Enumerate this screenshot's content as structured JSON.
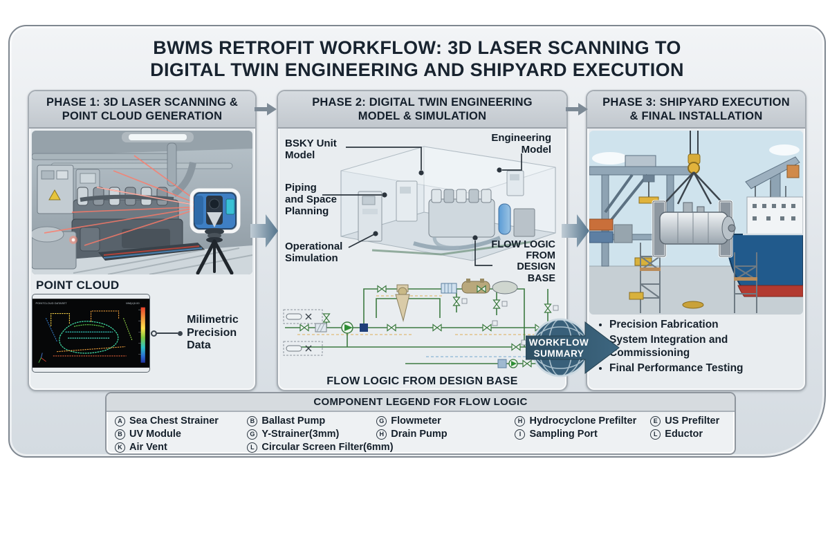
{
  "colors": {
    "background": "#ffffff",
    "panel_bg": "#e7ebef",
    "phase_header_bg": "#c8cdd3",
    "title_text": "#18232f",
    "badge_blue": "#35566b",
    "pipe_green": "#3c7a40",
    "laser_red": "#ff6a5e",
    "hull_blue": "#215a8c",
    "scanner_blue": "#3e7fc4"
  },
  "icons": {
    "phase_flow_arrow": "right-arrow",
    "workflow_badge": "globe-with-right-arrow",
    "legend_letters": "circled-letter"
  },
  "title": {
    "line1": "BWMS RETROFIT WORKFLOW: 3D LASER SCANNING TO",
    "line2": "DIGITAL TWIN ENGINEERING AND SHIPYARD EXECUTION"
  },
  "phase1": {
    "header_line1": "PHASE 1: 3D LASER SCANNING &",
    "header_line2": "POINT CLOUD GENERATION",
    "point_cloud_heading": "POINT CLOUD",
    "viewer_label_left": "POINTCLOUD DATASET",
    "viewer_label_right": "MM(±)0.00",
    "precision_label": "Milimetric\nPrecision Data"
  },
  "phase2": {
    "header_line1": "PHASE 2: DIGITAL TWIN ENGINEERING",
    "header_line2": "MODEL & SIMULATION",
    "labels": {
      "bsky_unit": "BSKY Unit\nModel",
      "piping": "Piping\nand Space\nPlanning",
      "operational": "Operational\nSimulation",
      "engineering": "Engineering\nModel",
      "flow_logic": "FLOW LOGIC\nFROM\nDESIGN\nBASE"
    },
    "caption": "FLOW LOGIC FROM DESIGN BASE"
  },
  "phase3": {
    "header_line1": "PHASE 3: SHIPYARD EXECUTION",
    "header_line2": "& FINAL INSTALLATION",
    "bullets": [
      "Precision Fabrication",
      "System Integration and Commissioning",
      "Final Performance Testing"
    ]
  },
  "workflow_badge": {
    "line1": "WORKFLOW",
    "line2": "SUMMARY"
  },
  "legend": {
    "title": "COMPONENT LEGEND FOR FLOW LOGIC",
    "entries": [
      {
        "letter": "A",
        "label": "Sea Chest Strainer"
      },
      {
        "letter": "B",
        "label": "Ballast Pump"
      },
      {
        "letter": "G",
        "label": "Flowmeter"
      },
      {
        "letter": "H",
        "label": "Hydrocyclone Prefilter"
      },
      {
        "letter": "E",
        "label": "US Prefilter"
      },
      {
        "letter": "B",
        "label": "UV Module"
      },
      {
        "letter": "G",
        "label": "Y-Strainer(3mm)"
      },
      {
        "letter": "H",
        "label": "Drain Pump"
      },
      {
        "letter": "I",
        "label": "Sampling Port"
      },
      {
        "letter": "L",
        "label": "Eductor"
      },
      {
        "letter": "K",
        "label": "Air Vent"
      },
      {
        "letter": "L",
        "label": "Circular Screen Filter(6mm)"
      }
    ]
  }
}
